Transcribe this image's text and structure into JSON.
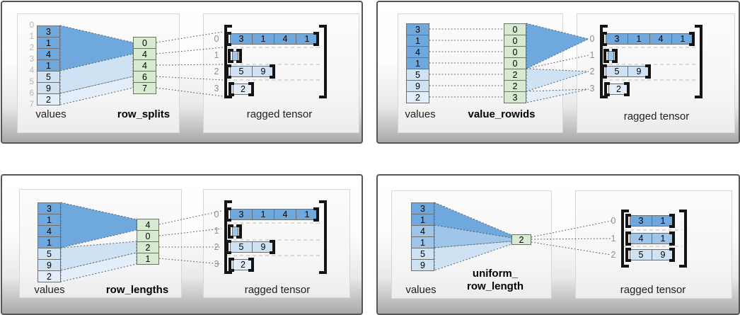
{
  "colors": {
    "dark_blue": "#6fa8dc",
    "medium_blue": "#9fc5e8",
    "light_blue": "#cfe2f3",
    "pale_blue": "#e4eefa",
    "green": "#d9ead3"
  },
  "panels": [
    {
      "name": "row_splits",
      "values_label": "values",
      "partition_label": "row_splits",
      "tensor_label": "ragged tensor",
      "value_indices": [
        "0",
        "1",
        "2",
        "3",
        "4",
        "5",
        "6",
        "7"
      ],
      "values": [
        "3",
        "1",
        "4",
        "1",
        "5",
        "9",
        "2"
      ],
      "partition": [
        "0",
        "4",
        "4",
        "6",
        "7"
      ],
      "row_indices": [
        "0",
        "1",
        "2",
        "3"
      ],
      "rows": [
        [
          "3",
          "1",
          "4",
          "1"
        ],
        [],
        [
          "5",
          "9"
        ],
        [
          "2"
        ]
      ]
    },
    {
      "name": "value_rowids",
      "values_label": "values",
      "partition_label": "value_rowids",
      "tensor_label": "ragged tensor",
      "values": [
        "3",
        "1",
        "4",
        "1",
        "5",
        "9",
        "2"
      ],
      "partition": [
        "0",
        "0",
        "0",
        "0",
        "2",
        "2",
        "3"
      ],
      "row_indices": [
        "0",
        "1",
        "2",
        "3"
      ],
      "rows": [
        [
          "3",
          "1",
          "4",
          "1"
        ],
        [],
        [
          "5",
          "9"
        ],
        [
          "2"
        ]
      ]
    },
    {
      "name": "row_lengths",
      "values_label": "values",
      "partition_label": "row_lengths",
      "tensor_label": "ragged tensor",
      "values": [
        "3",
        "1",
        "4",
        "1",
        "5",
        "9",
        "2"
      ],
      "partition": [
        "4",
        "0",
        "2",
        "1"
      ],
      "row_indices": [
        "0",
        "1",
        "2",
        "3"
      ],
      "rows": [
        [
          "3",
          "1",
          "4",
          "1"
        ],
        [],
        [
          "5",
          "9"
        ],
        [
          "2"
        ]
      ]
    },
    {
      "name": "uniform_row_length",
      "values_label": "values",
      "partition_label_line1": "uniform_",
      "partition_label_line2": "row_length",
      "tensor_label": "ragged tensor",
      "values": [
        "3",
        "1",
        "4",
        "1",
        "5",
        "9"
      ],
      "partition": [
        "2"
      ],
      "row_indices": [
        "0",
        "1",
        "2"
      ],
      "rows": [
        [
          "3",
          "1"
        ],
        [
          "4",
          "1"
        ],
        [
          "5",
          "9"
        ]
      ]
    }
  ]
}
